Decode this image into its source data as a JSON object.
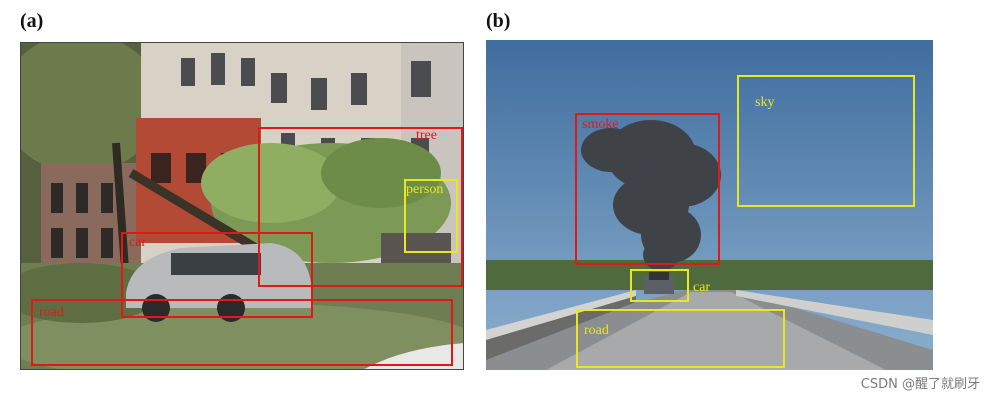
{
  "figure": {
    "panel_a": {
      "label": "(a)",
      "boxes": [
        {
          "name": "tree",
          "label": "tree",
          "color": "#e01818"
        },
        {
          "name": "person",
          "label": "person",
          "color": "#e8e820"
        },
        {
          "name": "car",
          "label": "car",
          "color": "#e01818"
        },
        {
          "name": "road",
          "label": "road",
          "color": "#e01818"
        }
      ]
    },
    "panel_b": {
      "label": "(b)",
      "boxes": [
        {
          "name": "smoke",
          "label": "smoke",
          "color": "#e01818"
        },
        {
          "name": "sky",
          "label": "sky",
          "color": "#e8e820"
        },
        {
          "name": "car",
          "label": "car",
          "color": "#e8e820"
        },
        {
          "name": "road",
          "label": "road",
          "color": "#e8e820"
        }
      ]
    }
  },
  "watermark": "CSDN @醒了就刷牙"
}
